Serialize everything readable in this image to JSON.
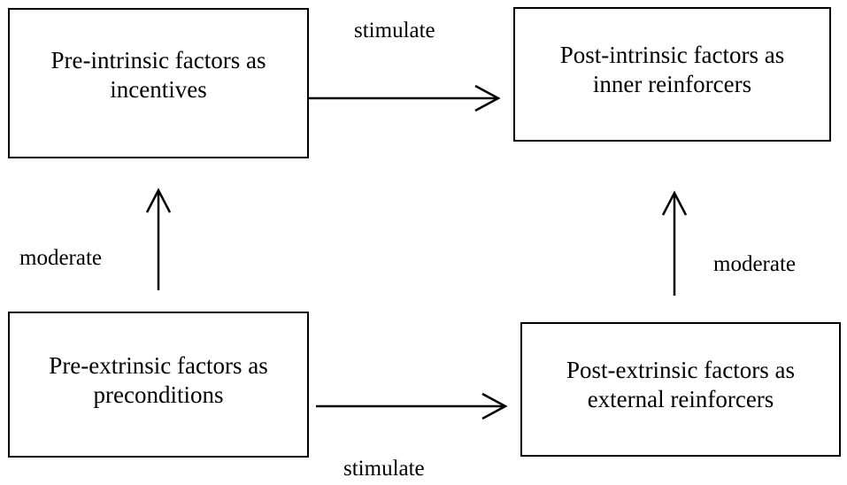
{
  "nodes": {
    "pre_intrinsic": "Pre-intrinsic factors as\nincentives",
    "post_intrinsic": "Post-intrinsic factors as\ninner reinforcers",
    "pre_extrinsic": "Pre-extrinsic factors as\npreconditions",
    "post_extrinsic": "Post-extrinsic factors as\nexternal reinforcers"
  },
  "edges": {
    "top_stimulate": "stimulate",
    "bottom_stimulate": "stimulate",
    "left_moderate": "moderate",
    "right_moderate": "moderate"
  },
  "colors": {
    "line": "#000000",
    "background": "#ffffff"
  }
}
